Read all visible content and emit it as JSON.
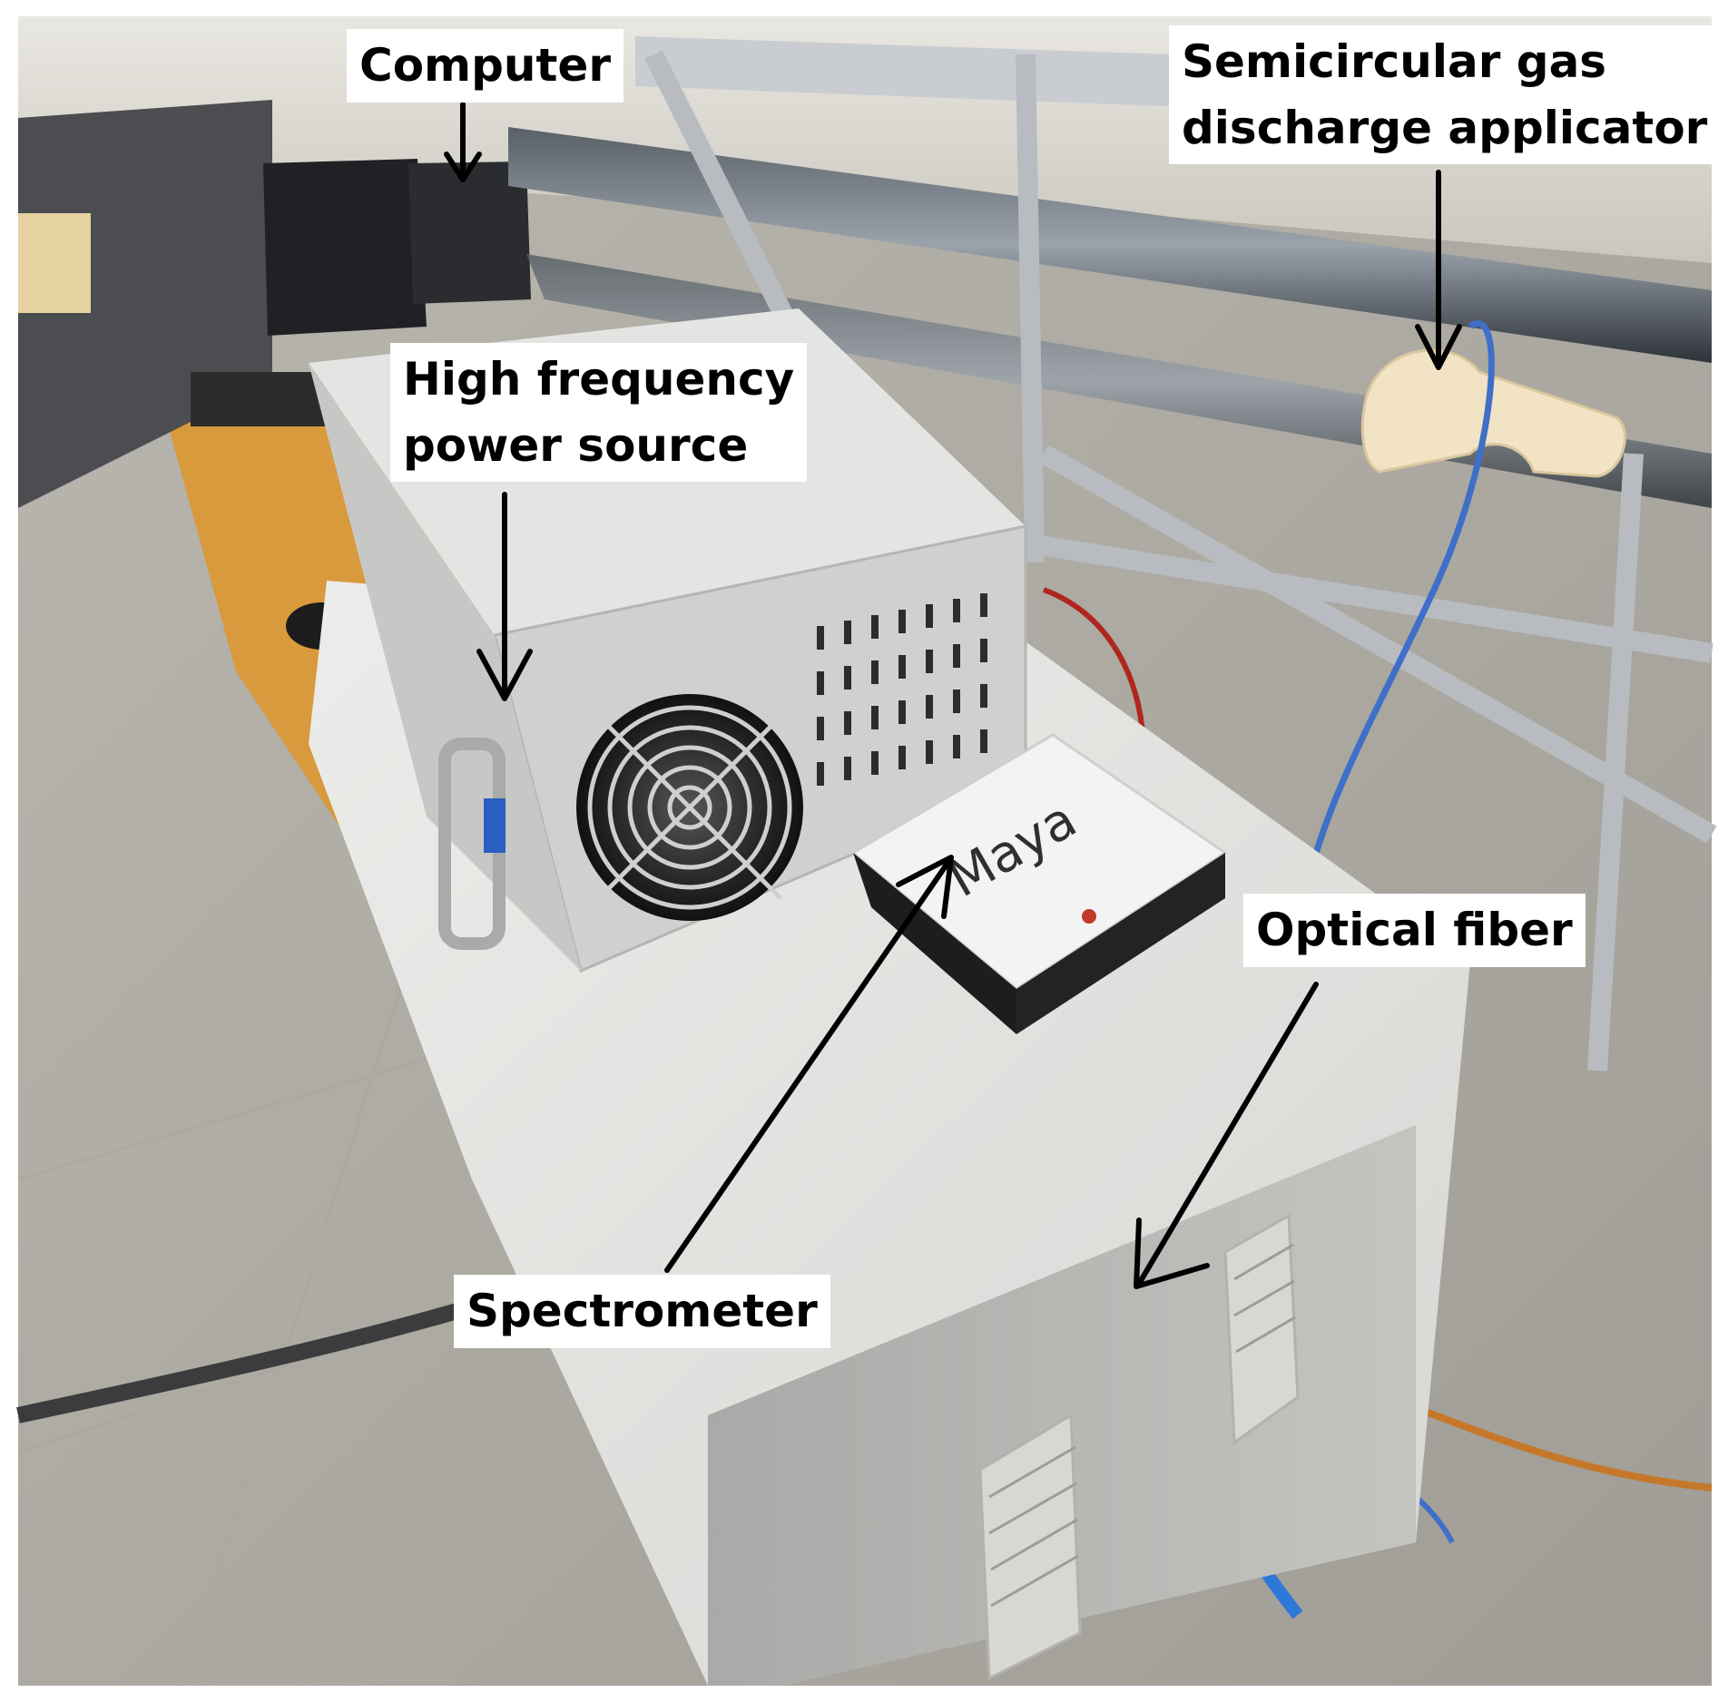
{
  "labels": {
    "computer": "Computer",
    "applicator_line1": "Semicircular gas",
    "applicator_line2": "discharge applicator",
    "power_line1": "High frequency",
    "power_line2": "power source",
    "optical_fiber": "Optical fiber",
    "spectrometer": "Spectrometer"
  },
  "device": {
    "brand_text": "Maya"
  }
}
